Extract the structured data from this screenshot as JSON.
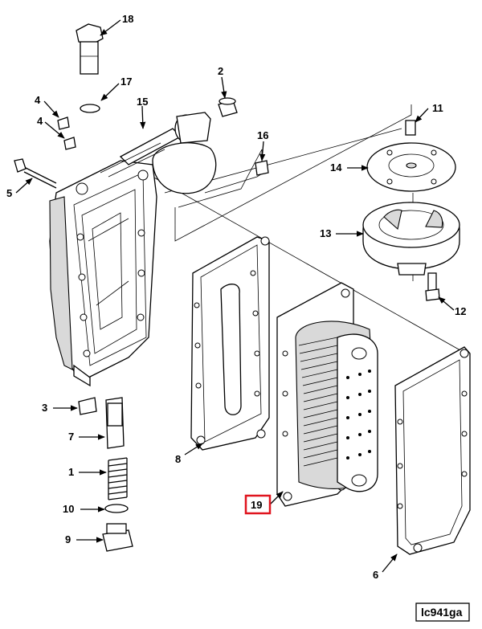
{
  "diagram": {
    "drawing_code": "lc941ga",
    "highlight_color": "#e0141e",
    "callouts": [
      {
        "id": "c1",
        "label": "1"
      },
      {
        "id": "c2",
        "label": "2"
      },
      {
        "id": "c3",
        "label": "3"
      },
      {
        "id": "c4a",
        "label": "4"
      },
      {
        "id": "c4b",
        "label": "4"
      },
      {
        "id": "c5",
        "label": "5"
      },
      {
        "id": "c6",
        "label": "6"
      },
      {
        "id": "c7",
        "label": "7"
      },
      {
        "id": "c8",
        "label": "8"
      },
      {
        "id": "c9",
        "label": "9"
      },
      {
        "id": "c10",
        "label": "10"
      },
      {
        "id": "c11",
        "label": "11"
      },
      {
        "id": "c12",
        "label": "12"
      },
      {
        "id": "c13",
        "label": "13"
      },
      {
        "id": "c14",
        "label": "14"
      },
      {
        "id": "c15",
        "label": "15"
      },
      {
        "id": "c16",
        "label": "16"
      },
      {
        "id": "c17",
        "label": "17"
      },
      {
        "id": "c18",
        "label": "18"
      },
      {
        "id": "c19",
        "label": "19",
        "highlighted": true
      }
    ]
  }
}
